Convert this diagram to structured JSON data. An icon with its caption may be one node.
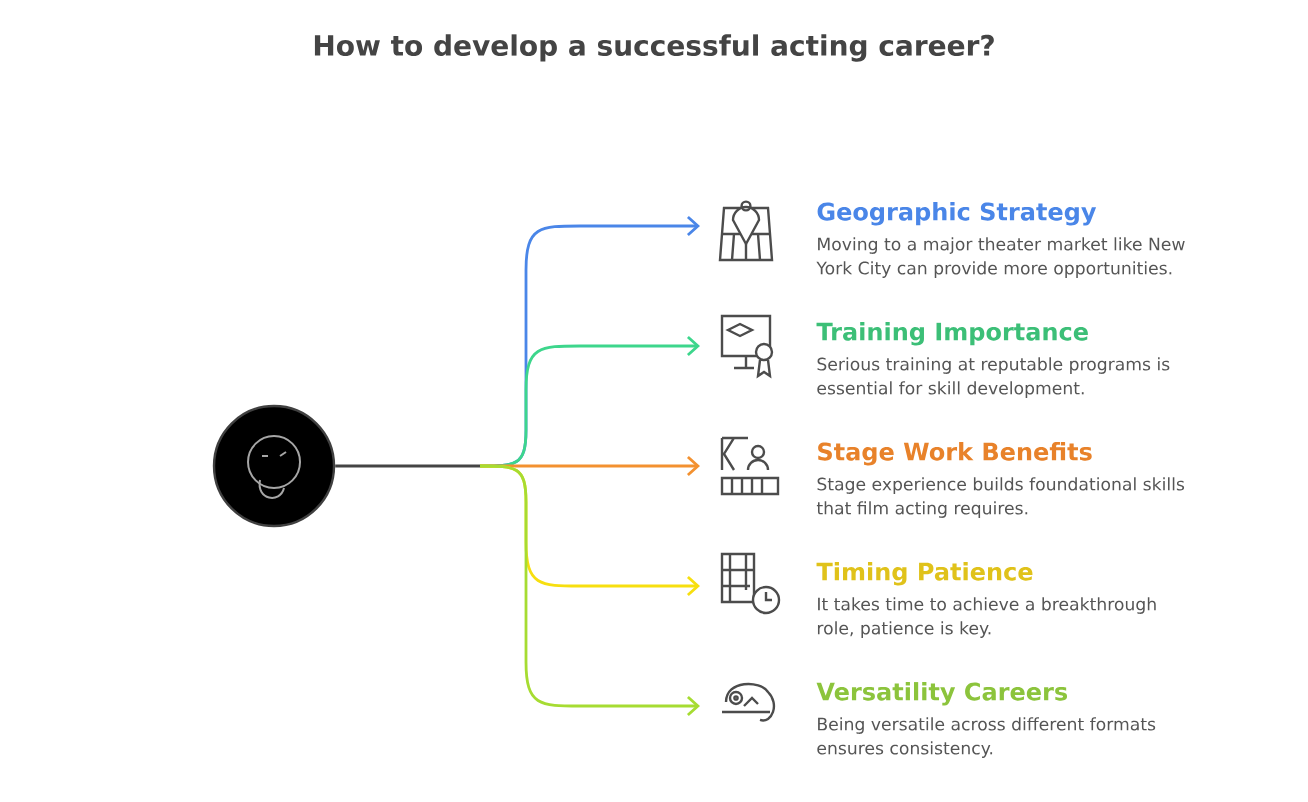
{
  "diagram": {
    "title": "How to develop a successful acting career?",
    "nodes": [
      {
        "text": [],
        "shape": "circle"
      },
      {
        "text": [
          "Geographic Strategy",
          "Moving to a major theater market like New York City can provide more opportunities."
        ]
      },
      {
        "text": [
          "Training Importance",
          "Serious training at reputable programs is essential for skill development."
        ]
      },
      {
        "text": [
          "Stage Work Benefits",
          "Stage experience builds foundational skills that film acting requires."
        ]
      },
      {
        "text": [
          "Timing Patience",
          "It takes time to achieve a breakthrough role, patience is key."
        ]
      },
      {
        "text": [
          "Versatility Careers",
          "Being versatile across different formats ensures consistency."
        ]
      }
    ],
    "edges": [
      {
        "from": 0,
        "to": 1,
        "arrow": "to",
        "color": "#4a86e8"
      },
      {
        "from": 0,
        "to": 2,
        "arrow": "to",
        "color": "#3dd68c"
      },
      {
        "from": 0,
        "to": 3,
        "arrow": "to",
        "color": "#f39130"
      },
      {
        "from": 0,
        "to": 4,
        "arrow": "to",
        "color": "#f7df0f"
      },
      {
        "from": 0,
        "to": 5,
        "arrow": "to",
        "color": "#a6dc32"
      }
    ]
  }
}
